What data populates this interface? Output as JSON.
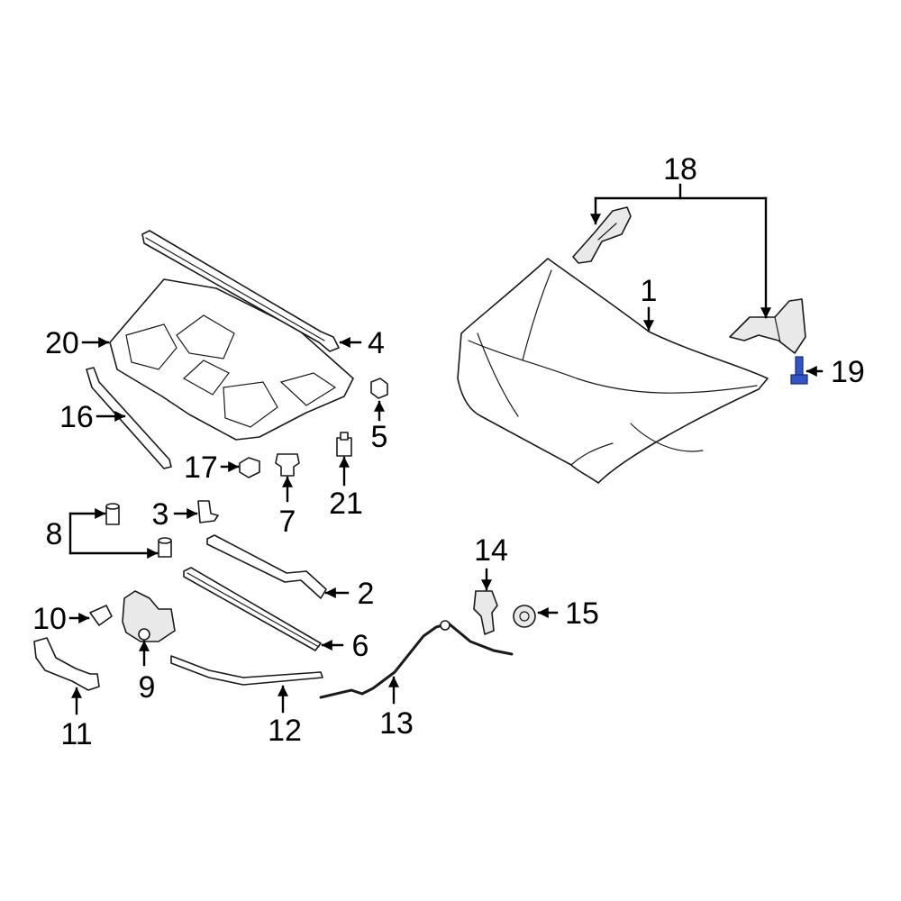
{
  "highlight_color": "#2f55c8",
  "callouts": {
    "c1": "1",
    "c2": "2",
    "c3": "3",
    "c4": "4",
    "c5": "5",
    "c6": "6",
    "c7": "7",
    "c8": "8",
    "c9": "9",
    "c10": "10",
    "c11": "11",
    "c12": "12",
    "c13": "13",
    "c14": "14",
    "c15": "15",
    "c16": "16",
    "c17": "17",
    "c18": "18",
    "c19": "19",
    "c20": "20",
    "c21": "21"
  },
  "highlighted_part": "19"
}
